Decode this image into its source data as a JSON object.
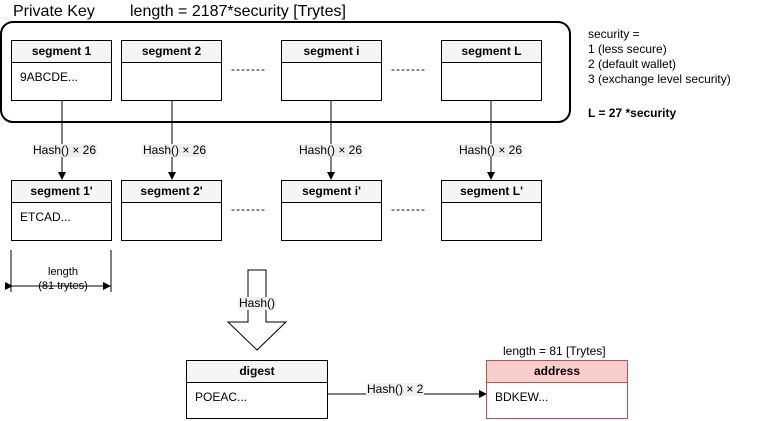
{
  "header": {
    "title": "Private Key",
    "length_label": "length = 2187*security [Trytes]"
  },
  "security_note": {
    "text": "security =\n1 (less secure)\n2 (default wallet)\n3 (exchange level security)",
    "formula": "L = 27 *security"
  },
  "private_key_segments": [
    {
      "label": "segment 1",
      "value": "9ABCDE..."
    },
    {
      "label": "segment 2",
      "value": ""
    },
    {
      "label": "segment i",
      "value": ""
    },
    {
      "label": "segment L",
      "value": ""
    }
  ],
  "hashed_segments": [
    {
      "label": "segment 1'",
      "value": "ETCAD..."
    },
    {
      "label": "segment 2'",
      "value": ""
    },
    {
      "label": "segment i'",
      "value": ""
    },
    {
      "label": "segment L'",
      "value": ""
    }
  ],
  "ellipsis": "-------",
  "hash_step_label": "Hash() × 26",
  "segment_length": {
    "line1": "length",
    "line2": "(81 trytes)"
  },
  "digest_hash_label": "Hash()",
  "digest": {
    "label": "digest",
    "value": "POEAC..."
  },
  "address_hash_label": "Hash() × 2",
  "address": {
    "label": "address",
    "value": "BDKEW...",
    "length_label": "length = 81 [Trytes]"
  },
  "colors": {
    "address_fill": "#f8cecc",
    "address_stroke": "#b85450",
    "header_fill": "#f5f5f5"
  }
}
